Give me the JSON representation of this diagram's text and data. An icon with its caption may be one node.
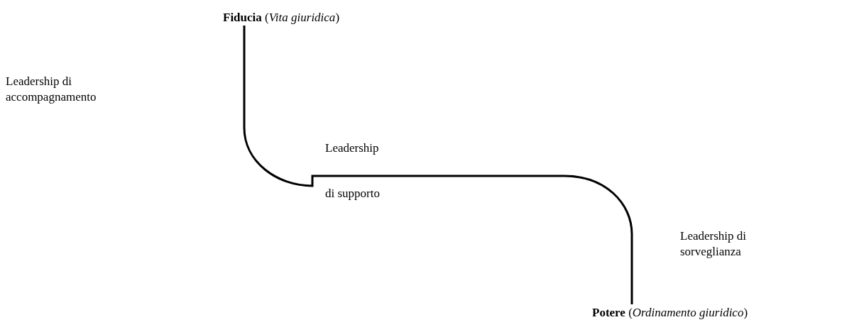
{
  "diagram": {
    "nodes": [
      {
        "text": [
          "**Fiducia** (*Vita giuridica*)"
        ]
      },
      {
        "text": [
          "**Potere** (*Ordinamento giuridico*)"
        ]
      }
    ],
    "edges": [
      {
        "from": 0,
        "to": 1,
        "arrow": "none"
      }
    ],
    "labels": [
      "Leadership di accompagnamento",
      "Leadership",
      "di supporto",
      "Leadership di sorveglianza"
    ]
  }
}
